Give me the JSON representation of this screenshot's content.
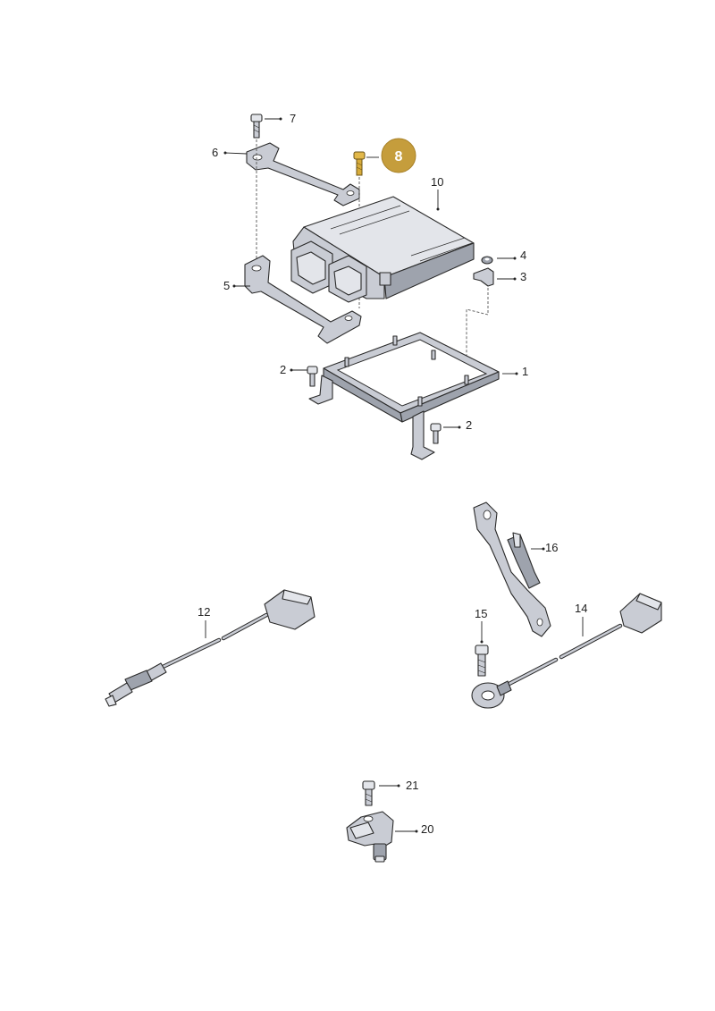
{
  "callouts": {
    "c1": "1",
    "c2a": "2",
    "c2b": "2",
    "c3": "3",
    "c4": "4",
    "c5": "5",
    "c6": "6",
    "c7": "7",
    "c8": "8",
    "c10": "10",
    "c12": "12",
    "c14": "14",
    "c15": "15",
    "c16": "16",
    "c20": "20",
    "c21": "21"
  },
  "colors": {
    "highlight_badge": "#c59d3c",
    "part_fill": "#c9ccd4",
    "outline": "#2a2a2a"
  }
}
